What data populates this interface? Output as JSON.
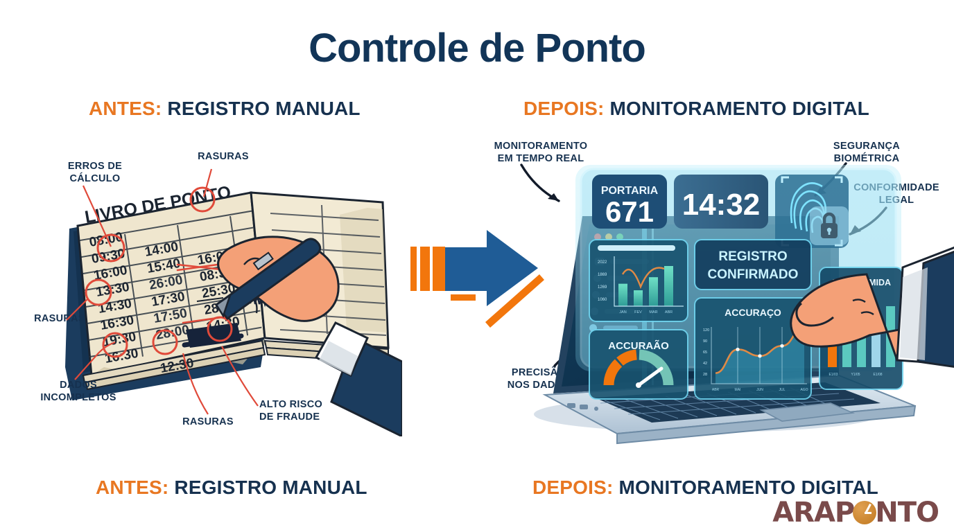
{
  "title": "Controle de Ponto",
  "sections": {
    "left_header": {
      "emphasis": "ANTES:",
      "label": "REGISTRO MANUAL"
    },
    "right_header": {
      "emphasis": "DEPOIS:",
      "label": "MONITORAMENTO DIGITAL"
    },
    "left_footer": {
      "emphasis": "ANTES:",
      "label": "REGISTRO MANUAL"
    },
    "right_footer": {
      "emphasis": "DEPOIS:",
      "label": "MONITORAMENTO DIGITAL"
    }
  },
  "left_annotations": [
    {
      "id": "erros-de-calculo",
      "text": "ERROS DE\nCÁLCULO"
    },
    {
      "id": "rasuras-top",
      "text": "RASURAS"
    },
    {
      "id": "rasuras-left",
      "text": "RASURAS"
    },
    {
      "id": "dados-incompletos",
      "text": "DADOS\nINCOMPLETOS"
    },
    {
      "id": "rasuras-bottom",
      "text": "RASURAS"
    },
    {
      "id": "alto-risco-de-fraude",
      "text": "ALTO RISCO\nDE FRAUDE"
    }
  ],
  "right_annotations": [
    {
      "id": "monitoramento-em-tempo-real",
      "text": "MONITORAMENTO\nEM TEMPO REAL"
    },
    {
      "id": "seguranca-biometrica",
      "text": "SEGURANÇA\nBIOMÉTRICA"
    },
    {
      "id": "conformidade-legal",
      "text": "CONFORMIDADE\nLEGAL"
    },
    {
      "id": "precisao-nos-dados",
      "text": "PRECISÃO\nNOS DADOS"
    }
  ],
  "ledger": {
    "heading": "LIVRO DE PONTO",
    "columns": [
      [
        "08:00",
        "09:30",
        "16:00",
        "13:30",
        "14:30",
        "16:30",
        "19:30",
        "16:30"
      ],
      [
        "14:00",
        "15:40",
        "26:00",
        "17:30",
        "17:50",
        "28:00",
        "",
        "12:30"
      ],
      [
        "16:00",
        "08:30",
        "25:30",
        "28:30",
        "14:30",
        "",
        "",
        ""
      ]
    ],
    "struck_cells": [
      "26:00",
      "28:00",
      "17:50"
    ],
    "blacked_out_cell": "redacted-entry",
    "signature_cell": "handwritten-signature"
  },
  "dashboard": {
    "badge_label": "PORTARIA",
    "badge_value": "671",
    "clock": "14:32",
    "status_line1": "REGISTRO",
    "status_line2": "CONFIRMADO",
    "gauge_card_title": "ACCURAÃO",
    "line_card_title": "ACCURAÇO",
    "compliance_card_title": "CONFORMIDA",
    "bar_axis_labels": [
      "2022",
      "1869",
      "1269",
      "1060"
    ],
    "bar_category_labels": [
      "JAN",
      "FEV",
      "MAR",
      "ABR"
    ],
    "bar_values": [
      48,
      34,
      62,
      86
    ],
    "line_axis_labels": [
      "120",
      "90",
      "65",
      "42",
      "28"
    ],
    "line_category_labels": [
      "ABR",
      "MAI",
      "JUN",
      "JUL",
      "AGO"
    ],
    "line_values": [
      18,
      58,
      47,
      64,
      96
    ],
    "compliance_bar_values": [
      30,
      62,
      74,
      52,
      80
    ],
    "compliance_category_labels": [
      "E1/03",
      "Y1/05",
      "E1/08"
    ],
    "window_dots": [
      "red",
      "yellow",
      "green"
    ],
    "sidebar_item_count": 5
  },
  "icons": {
    "lock": "lock-icon",
    "fingerprint": "fingerprint-icon",
    "arrow_transition": "right-arrow-icon"
  },
  "colors": {
    "navy": "#16314F",
    "orange": "#E87722",
    "cyan": "#4FD2F0",
    "paper": "#EFE6CE",
    "red_mark": "#E04A3A",
    "logo_maroon": "#7A4A4A",
    "logo_gold": "#C07820"
  },
  "logo": {
    "prefix": "ARAP",
    "suffix": "NTO"
  }
}
